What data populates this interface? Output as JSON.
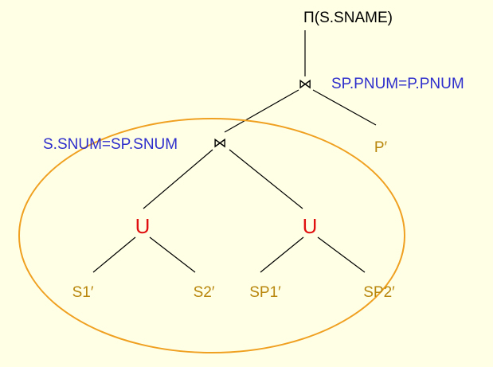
{
  "diagram": {
    "projection": "Π(S.SNAME)",
    "join_top": {
      "symbol": "⋈",
      "condition": "SP.PNUM=P.PNUM"
    },
    "join_inner": {
      "symbol": "⋈",
      "condition": "S.SNUM=SP.SNUM"
    },
    "union_symbol": "U",
    "leaves": {
      "s1": "S1′",
      "s2": "S2′",
      "sp1": "SP1′",
      "sp2": "SP2′",
      "p": "P′"
    }
  },
  "colors": {
    "background": "#FFFFE6",
    "condition_text": "#2E2ECC",
    "leaf_text": "#B8860B",
    "union": "#E01010",
    "ellipse": "#F0A020",
    "edges": "#000000"
  }
}
